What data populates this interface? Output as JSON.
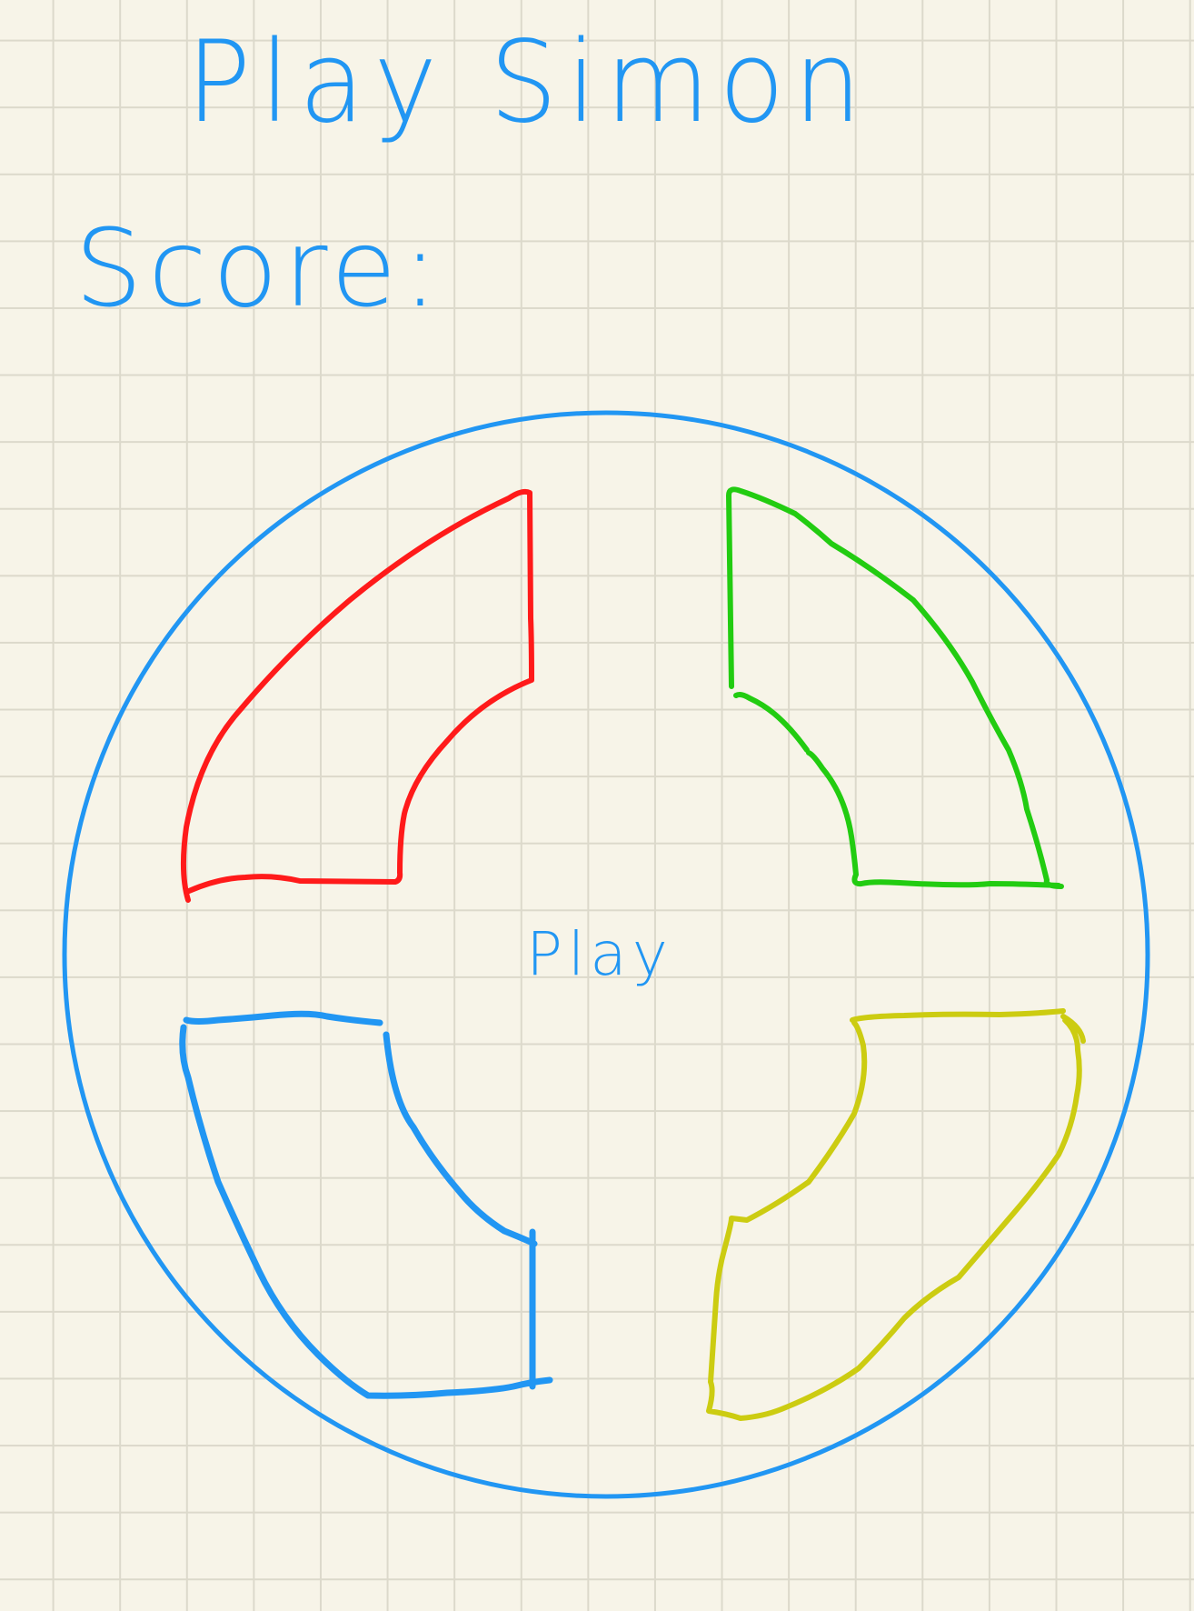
{
  "app": {
    "title": "Play Simon"
  },
  "score": {
    "label": "Score:",
    "value": ""
  },
  "board": {
    "play_label": "Play",
    "pads": [
      {
        "name": "red",
        "color": "#ff1a1a",
        "position": "top-left"
      },
      {
        "name": "green",
        "color": "#22cc11",
        "position": "top-right"
      },
      {
        "name": "blue",
        "color": "#2196f3",
        "position": "bottom-left"
      },
      {
        "name": "yellow",
        "color": "#cccc11",
        "position": "bottom-right"
      }
    ],
    "ring_color": "#2196f3"
  }
}
